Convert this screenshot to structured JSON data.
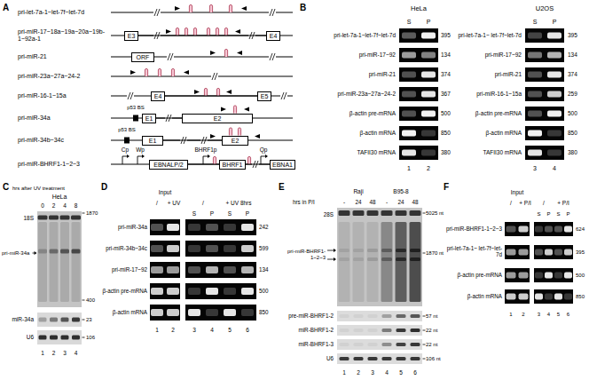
{
  "diagram": {
    "nodes": [
      {
        "text": [
          "E3"
        ]
      },
      {
        "text": [
          "E4"
        ]
      },
      {
        "text": [
          "ORF"
        ]
      },
      {
        "text": [
          "E4"
        ]
      },
      {
        "text": [
          "E5"
        ]
      },
      {
        "text": [
          "E1"
        ]
      },
      {
        "text": [
          "E2"
        ]
      },
      {
        "text": [
          "E1"
        ]
      },
      {
        "text": [
          "E2"
        ]
      },
      {
        "text": [
          "EBNALP/2"
        ]
      },
      {
        "text": [
          "BHRF1"
        ]
      },
      {
        "text": [
          "EBNA1"
        ]
      }
    ],
    "edges": [
      {
        "from": 0,
        "to": 1,
        "arrow": "none"
      },
      {
        "from": 3,
        "to": 4,
        "arrow": "none"
      },
      {
        "from": 5,
        "to": 6,
        "arrow": "none"
      },
      {
        "from": 7,
        "to": 8,
        "arrow": "none"
      },
      {
        "from": 9,
        "to": 10,
        "arrow": "none"
      },
      {
        "from": 10,
        "to": 11,
        "arrow": "none"
      }
    ],
    "labels": [
      "A",
      "pri-let-7a-1~let-7f~let-7d",
      "pri-miR-17~18a~19a~20a~19b-1~92a-1",
      "pri-miR-21",
      "pri-miR-23a~27a~24-2",
      "pri-miR-16-1~15a",
      "pri-miR-34a",
      "p53 BS",
      "pri-miR-34b~34c",
      "p53 BS",
      "pri-miR-BHRF1-1~2~3",
      "Cp",
      "Wp",
      "BHRF1p",
      "Qp",
      "B",
      "HeLa",
      "S",
      "P",
      "pri-let-7a-1~let-7f~let-7d",
      "395",
      "pri-miR-17~92",
      "134",
      "pri-miR-21",
      "374",
      "pri-miR-23a~27a~24-2",
      "367",
      "β-actin pre-mRNA",
      "500",
      "β-actin mRNA",
      "850",
      "TAFII30 mRNA",
      "380",
      "1",
      "2",
      "U2OS",
      "S",
      "P",
      "pri-let-7a-1~ let-7f~let-7d",
      "395",
      "pri-miR-17~92",
      "134",
      "pri-miR-21",
      "374",
      "pri-miR-16-1~15a",
      "259",
      "β-actin pre-mRNA",
      "500",
      "β-actin mRNA",
      "850",
      "TAFII30 mRNA",
      "380",
      "3",
      "4",
      "C",
      "hrs after UV treatment",
      "HeLa",
      "0",
      "2",
      "4",
      "8",
      "18S",
      "1870",
      "pri-miR-34a",
      "400",
      "miR-34a",
      "23",
      "U6",
      "106",
      "1",
      "2",
      "3",
      "4",
      "D",
      "Input",
      "/",
      "+ UV",
      "/",
      "+ UV 8hrs",
      "S",
      "P",
      "S",
      "P",
      "pri-miR-34a",
      "242",
      "pri-miR-34b~34c",
      "599",
      "pri-miR-17~92",
      "134",
      "β-actin pre-mRNA",
      "500",
      "β-actin mRNA",
      "850",
      "1",
      "2",
      "3",
      "4",
      "5",
      "6",
      "E",
      "Raji",
      "B95-8",
      "hrs in P/I",
      "-",
      "24",
      "48",
      "-",
      "24",
      "48",
      "28S",
      "5025 nt",
      "pri-miR-BHRF1-1~2~3",
      "1870 nt",
      "pre-miR-BHRF1-2",
      "57 nt",
      "miR-BHRF1-2",
      "22 nt",
      "miR-BHRF1-3",
      "22 nt",
      "U6",
      "106 nt",
      "1",
      "2",
      "3",
      "4",
      "5",
      "6",
      "F",
      "Input",
      "/",
      "+ P/I",
      "/",
      "+ P/I",
      "S",
      "P",
      "S",
      "P",
      "pri-miR-BHRF1-1~2~3",
      "624",
      "pri-let-7a-1~ let-7f~let-7d",
      "395",
      "β-actin pre-mRNA",
      "500",
      "β-actin mRNA",
      "850",
      "1",
      "2",
      "3",
      "4",
      "5",
      "6"
    ]
  }
}
